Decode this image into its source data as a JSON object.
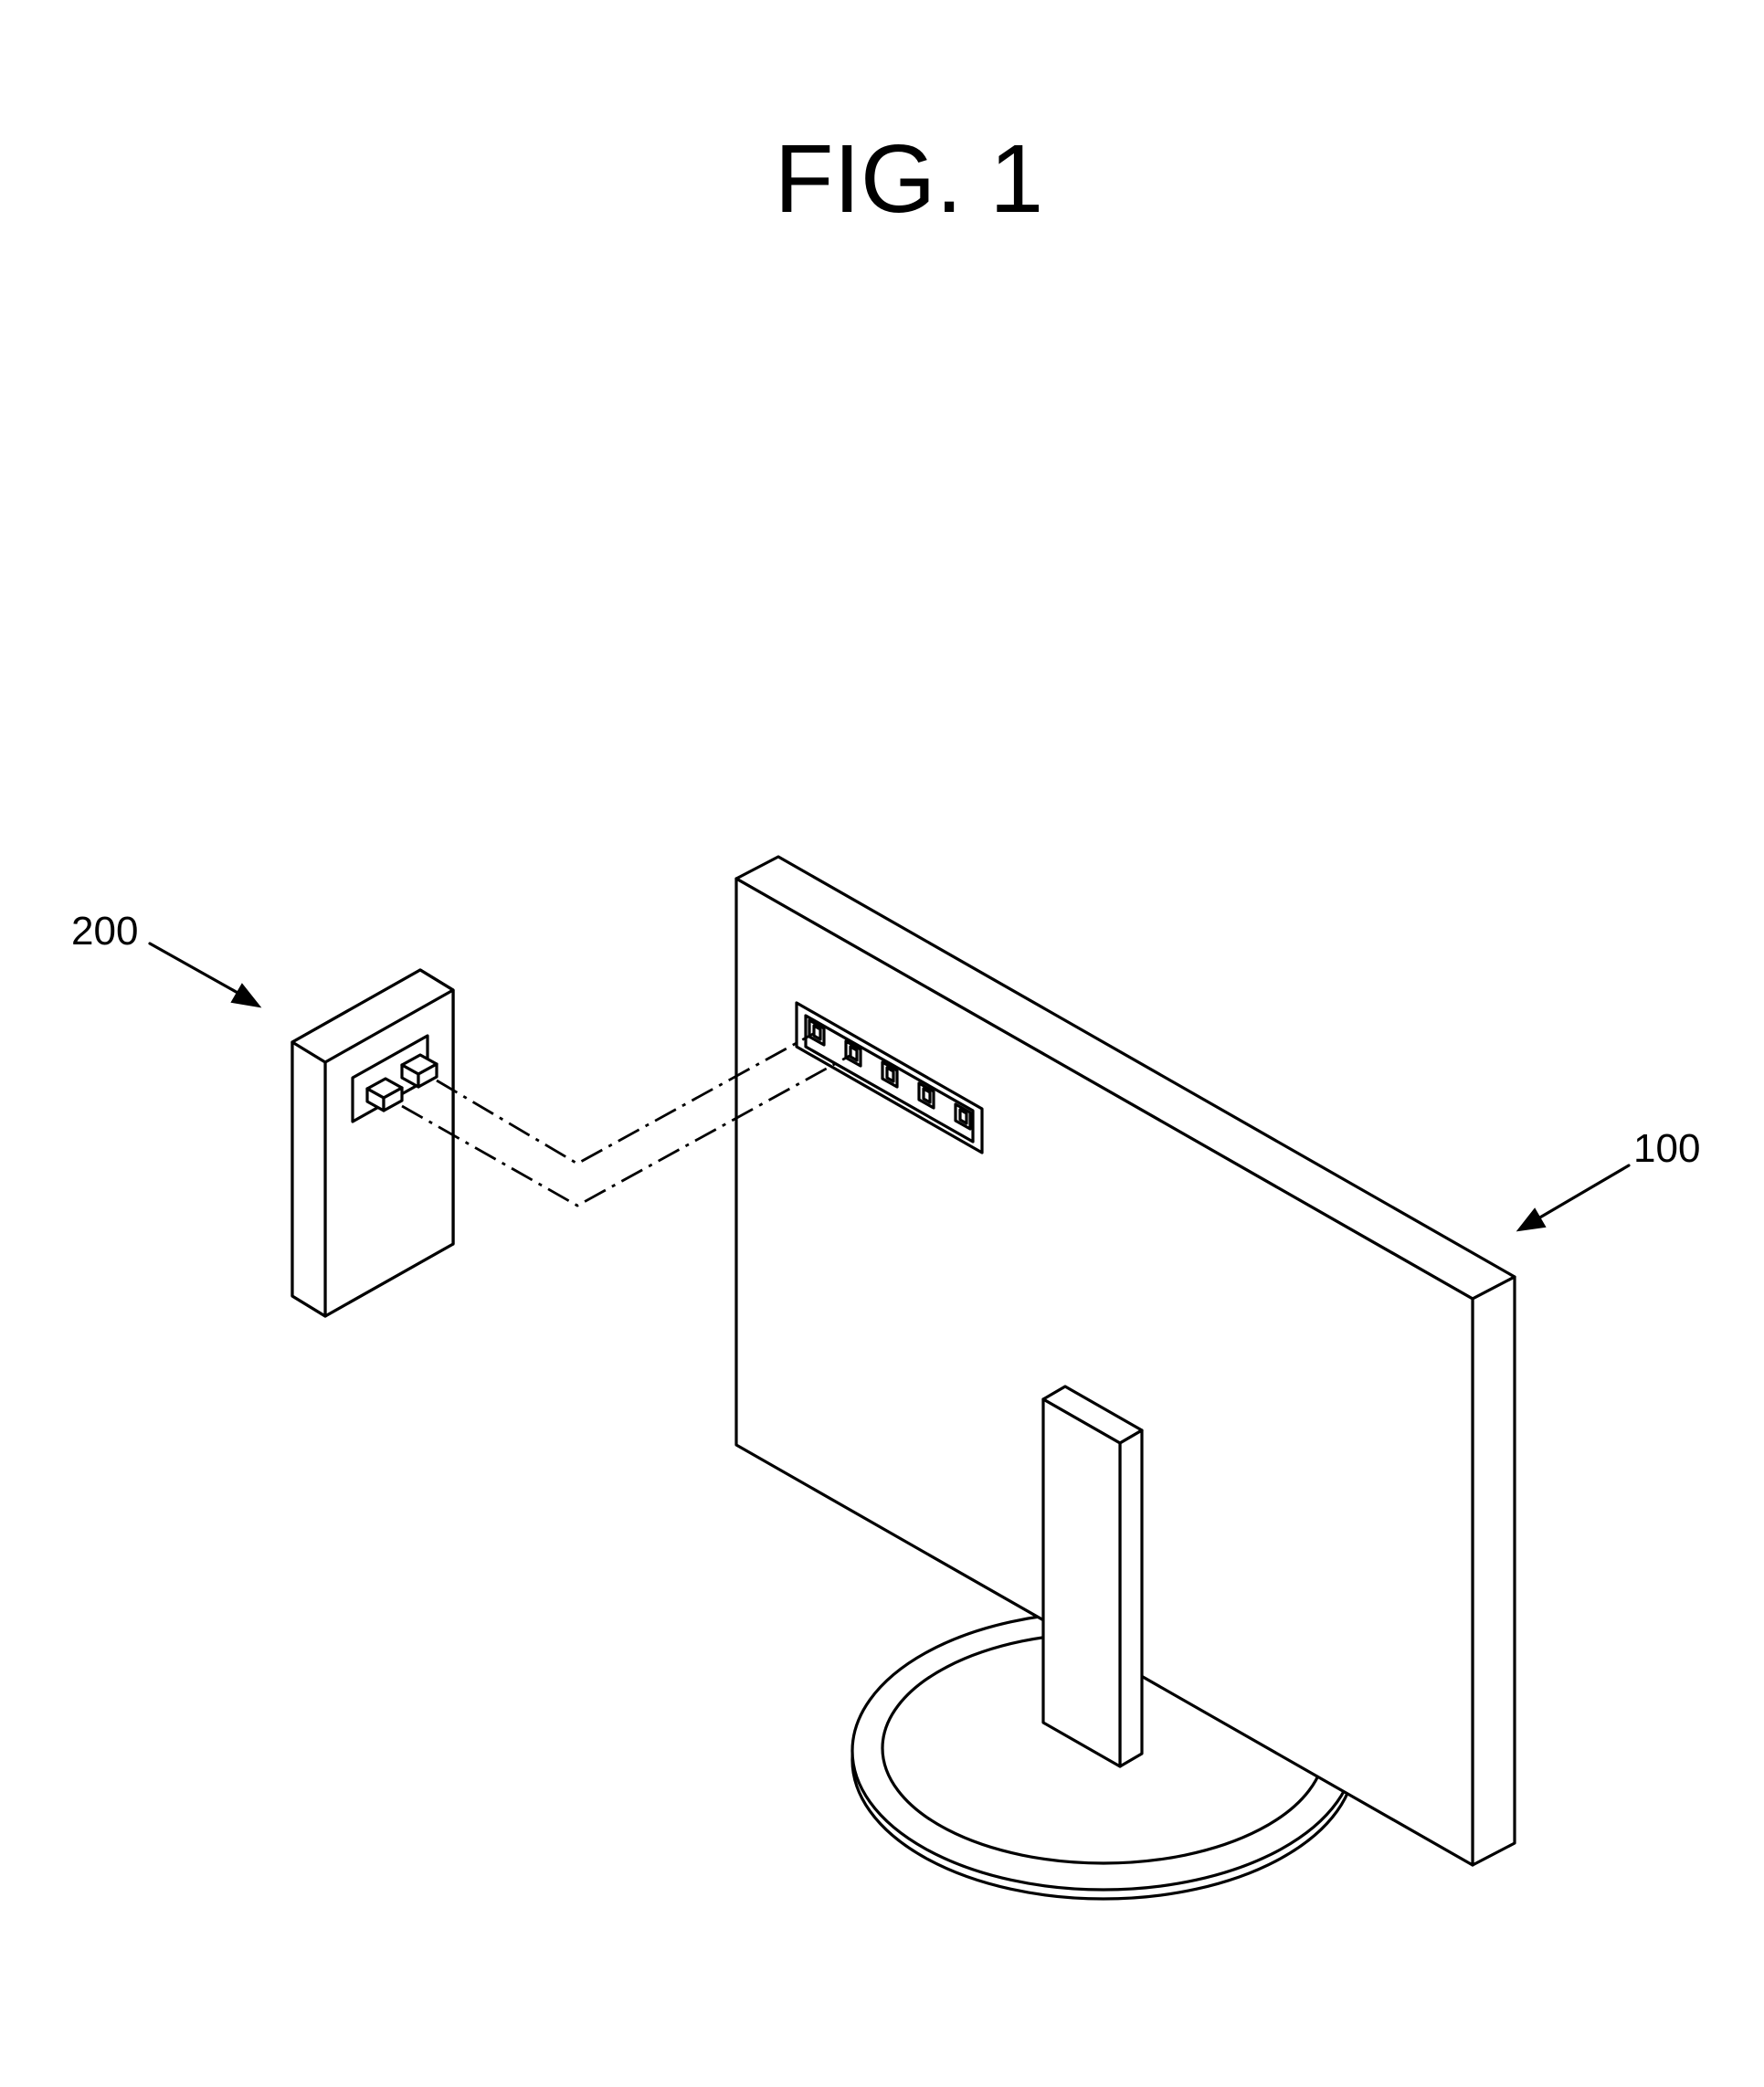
{
  "figure": {
    "title": "FIG. 1",
    "labels": {
      "source_device": "200",
      "display_device": "100"
    }
  },
  "colors": {
    "line": "#000000",
    "background": "#ffffff"
  }
}
